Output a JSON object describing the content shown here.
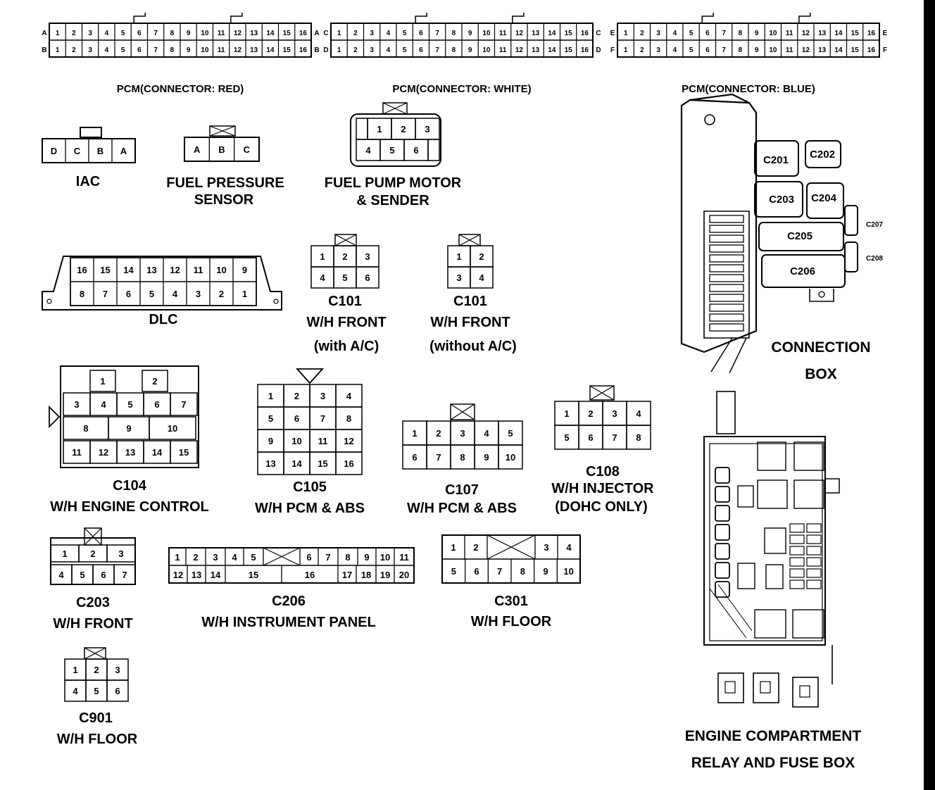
{
  "pcm": {
    "red": {
      "label": "PCM(CONNECTOR: RED)",
      "row_top": "A",
      "row_bottom": "B"
    },
    "white": {
      "label": "PCM(CONNECTOR: WHITE)",
      "row_top": "C",
      "row_bottom": "D"
    },
    "blue": {
      "label": "PCM(CONNECTOR: BLUE)",
      "row_top": "E",
      "row_bottom": "F"
    },
    "pins": [
      "1",
      "2",
      "3",
      "4",
      "5",
      "6",
      "7",
      "8",
      "9",
      "10",
      "11",
      "12",
      "13",
      "14",
      "15",
      "16"
    ]
  },
  "iac": {
    "label": "IAC",
    "pins": [
      "D",
      "C",
      "B",
      "A"
    ]
  },
  "fps": {
    "label1": "FUEL PRESSURE",
    "label2": "SENSOR",
    "pins": [
      "A",
      "B",
      "C"
    ]
  },
  "fpm": {
    "label1": "FUEL PUMP MOTOR",
    "label2": "& SENDER",
    "pins": [
      "1",
      "2",
      "3",
      "4",
      "5",
      "6"
    ]
  },
  "dlc": {
    "label": "DLC",
    "top": [
      "16",
      "15",
      "14",
      "13",
      "12",
      "11",
      "10",
      "9"
    ],
    "bottom": [
      "8",
      "7",
      "6",
      "5",
      "4",
      "3",
      "2",
      "1"
    ]
  },
  "c101a": {
    "label1": "C101",
    "label2": "W/H FRONT",
    "label3": "(with A/C)",
    "pins": [
      "1",
      "2",
      "3",
      "4",
      "5",
      "6"
    ]
  },
  "c101b": {
    "label1": "C101",
    "label2": "W/H FRONT",
    "label3": "(without A/C)",
    "pins": [
      "1",
      "2",
      "3",
      "4"
    ]
  },
  "c104": {
    "label1": "C104",
    "label2": "W/H ENGINE CONTROL",
    "pins": [
      "1",
      "2",
      "3",
      "4",
      "5",
      "6",
      "7",
      "8",
      "9",
      "10",
      "11",
      "12",
      "13",
      "14",
      "15"
    ]
  },
  "c105": {
    "label1": "C105",
    "label2": "W/H PCM & ABS",
    "pins": [
      "1",
      "2",
      "3",
      "4",
      "5",
      "6",
      "7",
      "8",
      "9",
      "10",
      "11",
      "12",
      "13",
      "14",
      "15",
      "16"
    ]
  },
  "c107": {
    "label1": "C107",
    "label2": "W/H PCM & ABS",
    "pins": [
      "1",
      "2",
      "3",
      "4",
      "5",
      "6",
      "7",
      "8",
      "9",
      "10"
    ]
  },
  "c108": {
    "label1": "C108",
    "label2": "W/H INJECTOR",
    "label3": "(DOHC ONLY)",
    "pins": [
      "1",
      "2",
      "3",
      "4",
      "5",
      "6",
      "7",
      "8"
    ]
  },
  "c203": {
    "label1": "C203",
    "label2": "W/H FRONT",
    "pins": [
      "1",
      "2",
      "3",
      "4",
      "5",
      "6",
      "7"
    ]
  },
  "c206": {
    "label1": "C206",
    "label2": "W/H INSTRUMENT PANEL",
    "pins": [
      "1",
      "2",
      "3",
      "4",
      "5",
      "6",
      "7",
      "8",
      "9",
      "10",
      "11",
      "12",
      "13",
      "14",
      "15",
      "16",
      "17",
      "18",
      "19",
      "20"
    ]
  },
  "c301": {
    "label1": "C301",
    "label2": "W/H FLOOR",
    "pins": [
      "1",
      "2",
      "3",
      "4",
      "5",
      "6",
      "7",
      "8",
      "9",
      "10"
    ]
  },
  "c901": {
    "label1": "C901",
    "label2": "W/H FLOOR",
    "pins": [
      "1",
      "2",
      "3",
      "4",
      "5",
      "6"
    ]
  },
  "connection_box": {
    "label1": "CONNECTION",
    "label2": "BOX",
    "sockets": [
      "C201",
      "C202",
      "C203",
      "C204",
      "C205",
      "C206",
      "C207",
      "C208"
    ]
  },
  "engine_box": {
    "label1": "ENGINE COMPARTMENT",
    "label2": "RELAY AND FUSE BOX"
  }
}
